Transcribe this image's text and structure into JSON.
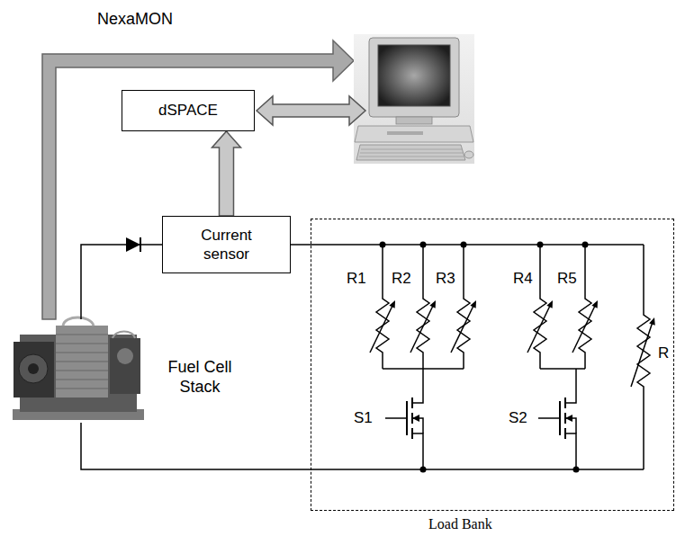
{
  "diagram": {
    "nodes": [
      {
        "text": [
          "Fuel Cell Stack"
        ]
      },
      {
        "text": [
          "dSPACE"
        ]
      },
      {
        "text": [
          "Current sensor"
        ]
      },
      {
        "text": [
          "Load Bank"
        ]
      }
    ],
    "edges": [
      {
        "from": 2,
        "to": 1,
        "arrow": "to"
      },
      {
        "from": 0,
        "to": 2,
        "arrow": "none"
      },
      {
        "from": 2,
        "to": 3,
        "arrow": "none"
      },
      {
        "from": 0,
        "to": 3,
        "arrow": "none"
      }
    ],
    "labels": [
      "NexaMON",
      "R1",
      "R2",
      "R3",
      "R4",
      "R5",
      "R",
      "S1",
      "S2"
    ]
  }
}
